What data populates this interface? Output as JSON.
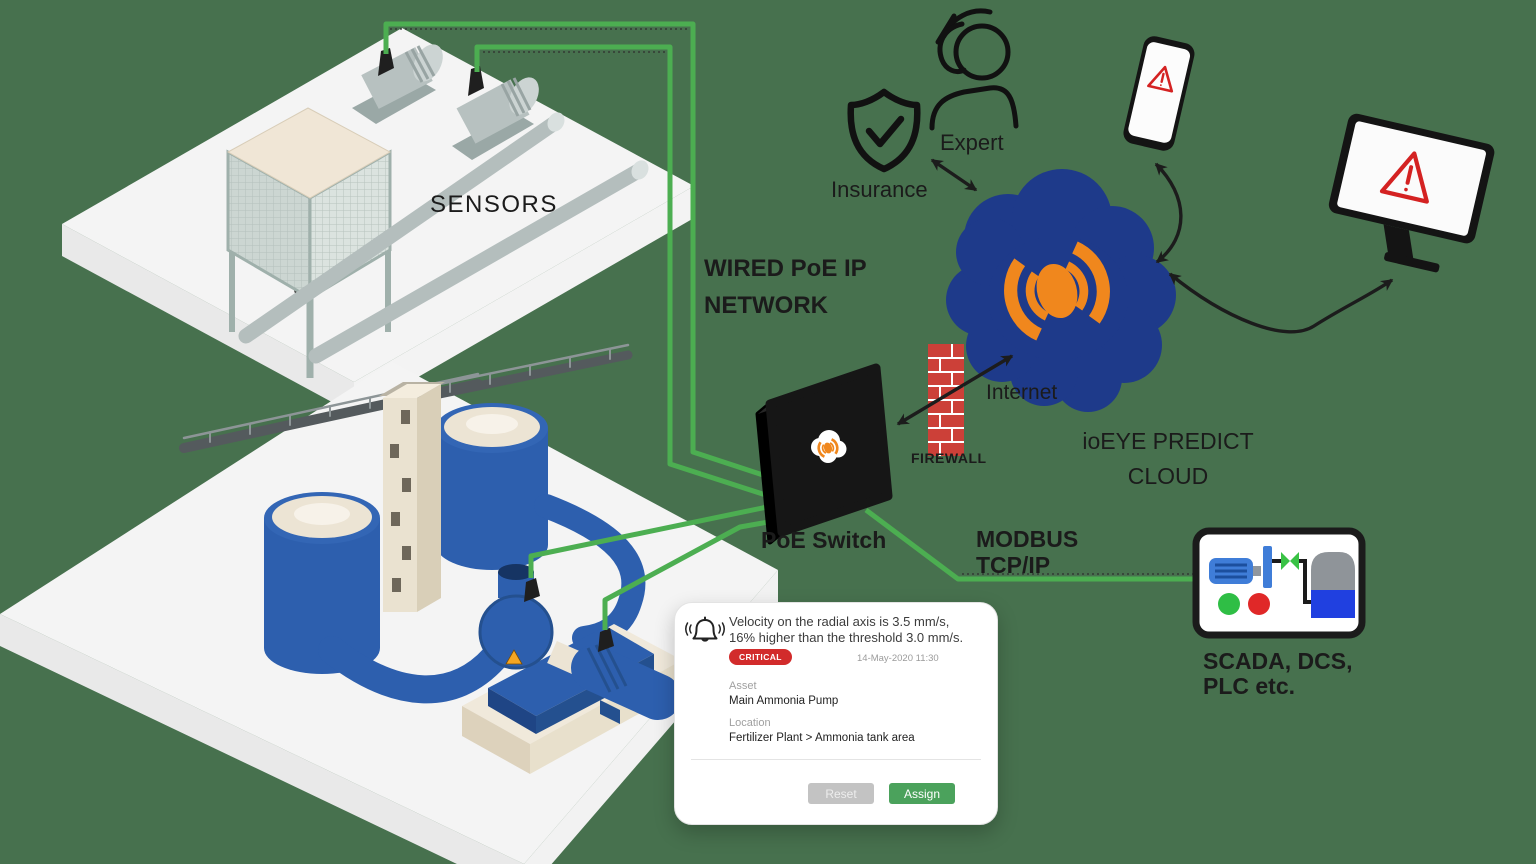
{
  "scene": {
    "background_color": "#47714e",
    "cable_color": "#4cae51",
    "cloud_color": "#1e3a8a",
    "logo_orange": "#f0871d",
    "alert_red": "#d42222",
    "tank_blue": "#2d5fae"
  },
  "labels": {
    "sensors": "SENSORS",
    "wired_line1": "WIRED PoE IP",
    "wired_line2": "NETWORK",
    "poe_switch": "PoE Switch",
    "firewall": "FIREWALL",
    "internet": "Internet",
    "cloud_line1": "ioEYE PREDICT",
    "cloud_line2": "CLOUD",
    "expert": "Expert",
    "insurance": "Insurance",
    "modbus_line1": "MODBUS",
    "modbus_line2": "TCP/IP",
    "scada_line1": "SCADA, DCS,",
    "scada_line2": "PLC etc."
  },
  "alert_card": {
    "message_line1": "Velocity on the radial axis is 3.5 mm/s,",
    "message_line2": "16% higher than the threshold 3.0 mm/s.",
    "severity": "CRITICAL",
    "timestamp": "14-May-2020 11:30",
    "asset_label": "Asset",
    "asset_value": "Main Ammonia Pump",
    "location_label": "Location",
    "location_value": "Fertilizer Plant > Ammonia tank area",
    "reset_label": "Reset",
    "assign_label": "Assign"
  },
  "icons": {
    "alarm-bell-icon": "bell outline with sound waves",
    "critical-badge": "red pill badge",
    "signal-cloud-logo-icon": "orange wireless signal inside navy cloud",
    "shield-check-icon": "outlined shield with checkmark",
    "expert-person-icon": "outlined person with cap",
    "firewall-brick-icon": "red brick wall",
    "warning-triangle-icon": "red warning triangle with exclamation",
    "poe-switch-icon": "black network switch with cloud logo",
    "scada-panel-icon": "HMI panel with pump, valve, tank and status lights"
  }
}
